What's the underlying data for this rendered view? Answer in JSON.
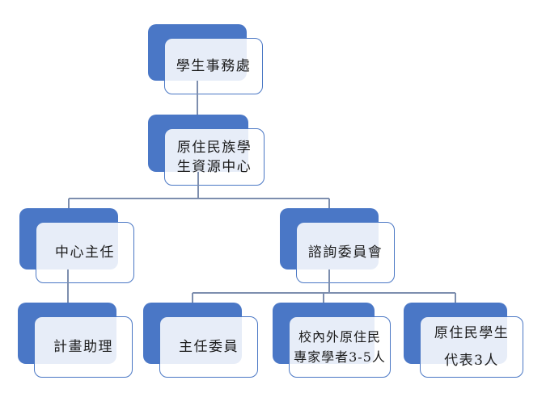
{
  "diagram": {
    "kind": "organization-chart",
    "nodes": [
      {
        "id": "student-affairs-office",
        "label": "學生事務處",
        "parent": null
      },
      {
        "id": "indigenous-resource-center",
        "label": "原住民族學\n生資源中心",
        "parent": "student-affairs-office"
      },
      {
        "id": "center-director",
        "label": "中心主任",
        "parent": "indigenous-resource-center"
      },
      {
        "id": "advisory-committee",
        "label": "諮詢委員會",
        "parent": "indigenous-resource-center"
      },
      {
        "id": "project-assistant",
        "label": "計畫助理",
        "parent": "center-director"
      },
      {
        "id": "chief-committee-member",
        "label": "主任委員",
        "parent": "advisory-committee"
      },
      {
        "id": "experts-scholars",
        "label": "校內外原住民\n專家學者3-5人",
        "parent": "advisory-committee"
      },
      {
        "id": "student-representatives",
        "label": "原住民學生\n代表3人",
        "parent": "advisory-committee"
      }
    ],
    "colors": {
      "node_shadow_fill": "#4A77C6",
      "node_border": "#4A77C4",
      "node_overlap_tint": "#E5EBF7",
      "connector_line": "#7D8EAE",
      "text": "#1B1B1B",
      "background": "#FFFFFF"
    }
  }
}
